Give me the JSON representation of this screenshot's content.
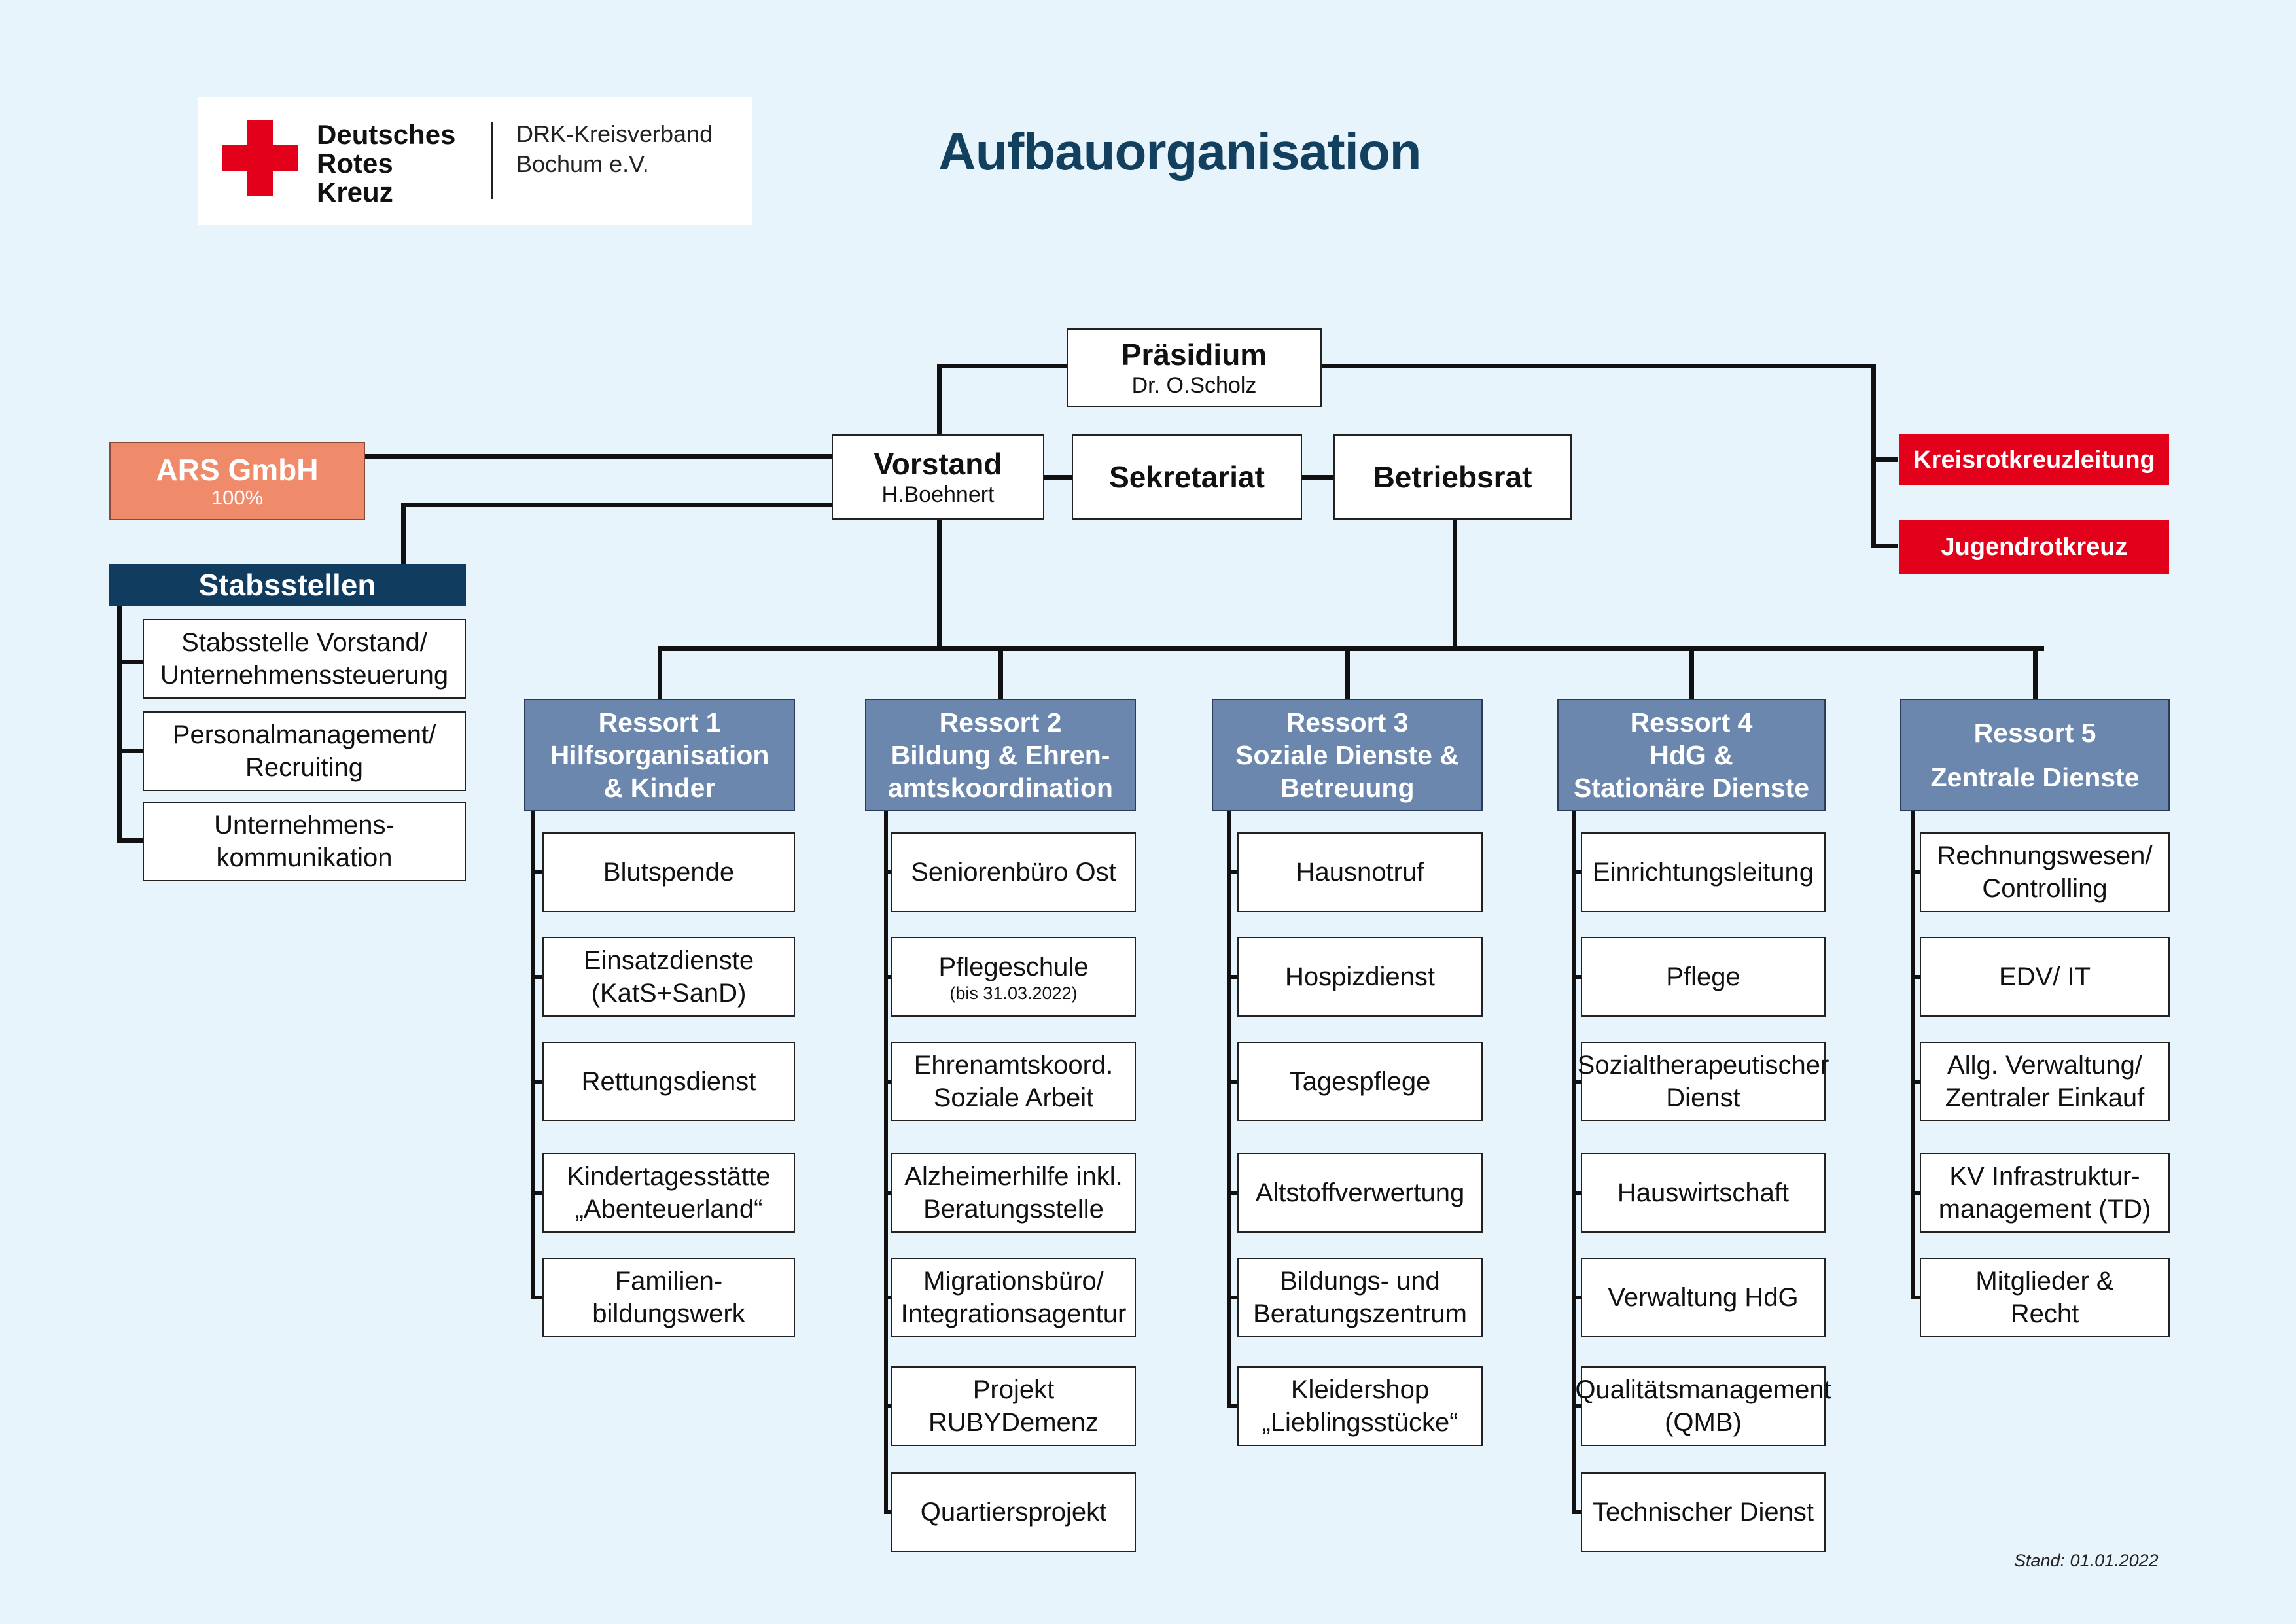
{
  "header": {
    "logo_line1": "Deutsches",
    "logo_line2": "Rotes",
    "logo_line3": "Kreuz",
    "org_line1": "DRK-Kreisverband",
    "org_line2": "Bochum e.V.",
    "title": "Aufbauorganisation"
  },
  "top": {
    "praesidium_title": "Präsidium",
    "praesidium_name": "Dr. O.Scholz",
    "vorstand_title": "Vorstand",
    "vorstand_name": "H.Boehnert",
    "sekretariat": "Sekretariat",
    "betriebsrat": "Betriebsrat",
    "ars_title": "ARS GmbH",
    "ars_share": "100%",
    "kreisrotkreuzleitung": "Kreisrotkreuzleitung",
    "jugendrotkreuz": "Jugendrotkreuz"
  },
  "stabsstellen": {
    "title": "Stabsstellen",
    "items": [
      {
        "l1": "Stabsstelle Vorstand/",
        "l2": "Unternehmenssteuerung"
      },
      {
        "l1": "Personalmanagement/",
        "l2": "Recruiting"
      },
      {
        "l1": "Unternehmens-",
        "l2": "kommunikation"
      }
    ]
  },
  "ressorts": [
    {
      "lines": [
        "Ressort 1",
        "Hilfsorganisation",
        "& Kinder"
      ],
      "units": [
        {
          "l1": "Blutspende"
        },
        {
          "l1": "Einsatzdienste",
          "l2": "(KatS+SanD)"
        },
        {
          "l1": "Rettungsdienst"
        },
        {
          "l1": "Kindertagesstätte",
          "l2": "„Abenteuerland“"
        },
        {
          "l1": "Familien-",
          "l2": "bildungswerk"
        }
      ]
    },
    {
      "lines": [
        "Ressort 2",
        "Bildung & Ehren-",
        "amtskoordination"
      ],
      "units": [
        {
          "l1": "Seniorenbüro Ost"
        },
        {
          "l1": "Pflegeschule",
          "note": "(bis 31.03.2022)"
        },
        {
          "l1": "Ehrenamtskoord.",
          "l2": "Soziale Arbeit"
        },
        {
          "l1": "Alzheimerhilfe inkl.",
          "l2": "Beratungsstelle"
        },
        {
          "l1": "Migrationsbüro/",
          "l2": "Integrationsagentur"
        },
        {
          "l1": "Projekt",
          "l2": "RUBYDemenz"
        },
        {
          "l1": "Quartiersprojekt"
        }
      ]
    },
    {
      "lines": [
        "Ressort 3",
        "Soziale Dienste &",
        "Betreuung"
      ],
      "units": [
        {
          "l1": "Hausnotruf"
        },
        {
          "l1": "Hospizdienst"
        },
        {
          "l1": "Tagespflege"
        },
        {
          "l1": "Altstoffverwertung"
        },
        {
          "l1": "Bildungs- und",
          "l2": "Beratungszentrum"
        },
        {
          "l1": "Kleidershop",
          "l2": "„Lieblingsstücke“"
        }
      ]
    },
    {
      "lines": [
        "Ressort 4",
        "HdG &",
        "Stationäre Dienste"
      ],
      "units": [
        {
          "l1": "Einrichtungsleitung"
        },
        {
          "l1": "Pflege"
        },
        {
          "l1": "Sozialtherapeutischer",
          "l2": "Dienst"
        },
        {
          "l1": "Hauswirtschaft"
        },
        {
          "l1": "Verwaltung HdG"
        },
        {
          "l1": "Qualitätsmanagement",
          "l2": "(QMB)"
        },
        {
          "l1": "Technischer Dienst"
        }
      ]
    },
    {
      "lines": [
        "Ressort 5",
        "Zentrale Dienste"
      ],
      "units": [
        {
          "l1": "Rechnungswesen/",
          "l2": "Controlling"
        },
        {
          "l1": "EDV/ IT"
        },
        {
          "l1": "Allg. Verwaltung/",
          "l2": "Zentraler Einkauf"
        },
        {
          "l1": "KV Infrastruktur-",
          "l2": "management (TD)"
        },
        {
          "l1": "Mitglieder &",
          "l2": "Recht"
        }
      ]
    }
  ],
  "footer": {
    "stand": "Stand: 01.01.2022"
  }
}
